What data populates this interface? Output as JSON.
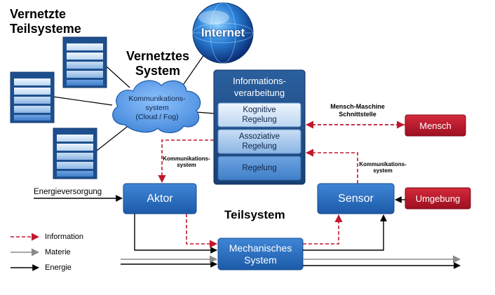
{
  "titles": {
    "vernetzte_teilsysteme": "Vernetzte\nTeilsysteme",
    "vernetztes_system": "Vernetztes\nSystem",
    "teilsystem": "Teilsystem"
  },
  "cloud": {
    "label": "Kommunikations-\nsystem\n(Cloud / Fog)"
  },
  "internet": {
    "label": "Internet"
  },
  "info_processing": {
    "header": "Informations-\nverarbeitung",
    "kognitiv": "Kognitive\nRegelung",
    "assoziativ": "Assoziative\nRegelung",
    "regelung": "Regelung"
  },
  "hmi": {
    "label": "Mensch-Maschine\nSchnittstelle"
  },
  "mensch": {
    "label": "Mensch"
  },
  "umgebung": {
    "label": "Umgebung"
  },
  "aktor": {
    "label": "Aktor"
  },
  "sensor": {
    "label": "Sensor"
  },
  "mechanik": {
    "label": "Mechanisches\nSystem"
  },
  "kom_left": {
    "label": "Kommunikations-\nsystem"
  },
  "kom_right": {
    "label": "Kommunikations-\nsystem"
  },
  "energie_versorgung": {
    "label": "Energieversorgung"
  },
  "legend": {
    "information": "Information",
    "materie": "Materie",
    "energie": "Energie"
  },
  "colors": {
    "box_blue": "#2f6fbd",
    "panel_blue": "#1e4f8f",
    "red_box": "#b3162a",
    "info_arrow": "#c0182e",
    "materie_arrow": "#8a8a8a",
    "energie_arrow": "#000000"
  }
}
